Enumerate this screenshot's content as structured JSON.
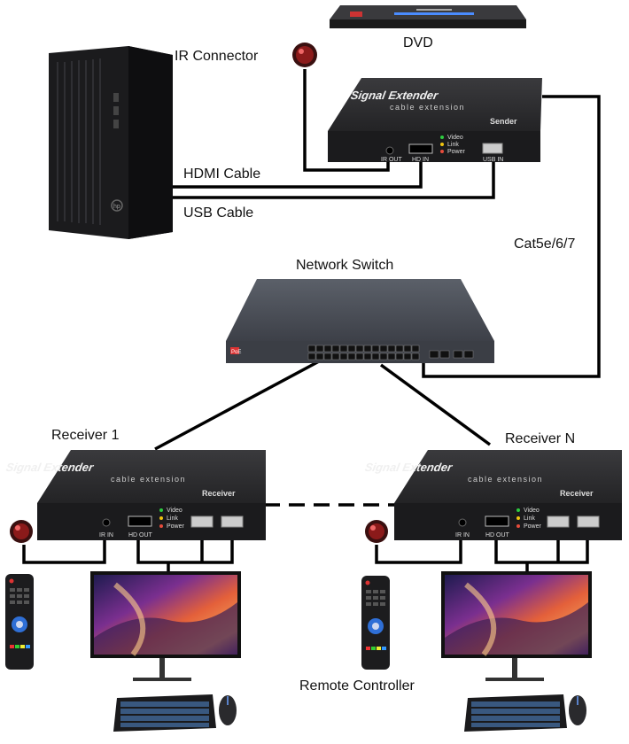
{
  "labels": {
    "dvd": "DVD",
    "ir_connector": "IR Connector",
    "hdmi_cable": "HDMI Cable",
    "usb_cable": "USB Cable",
    "cat": "Cat5e/6/7",
    "network_switch": "Network Switch",
    "receiver_1": "Receiver 1",
    "receiver_n": "Receiver N",
    "remote_controller": "Remote Controller"
  },
  "sender": {
    "title": "Signal Extender",
    "subtitle": "cable extension",
    "role": "Sender",
    "ports": [
      "IR OUT",
      "HD IN",
      "USB IN"
    ],
    "leds": [
      "Video",
      "Link",
      "Power"
    ]
  },
  "receiver": {
    "title": "Signal Extender",
    "subtitle": "cable extension",
    "role": "Receiver",
    "ports": [
      "IR IN",
      "HD OUT"
    ],
    "leds": [
      "Video",
      "Link",
      "Power"
    ]
  },
  "pc_brand": "hp",
  "switch_brand": "PoE",
  "colors": {
    "device_dark": "#2b2b2d",
    "device_front": "#1c1c1e",
    "switch_body": "#4a4e56",
    "cable": "#000000",
    "led_video": "#2ecc40",
    "led_link": "#f1c40f",
    "led_power": "#e74c3c"
  }
}
